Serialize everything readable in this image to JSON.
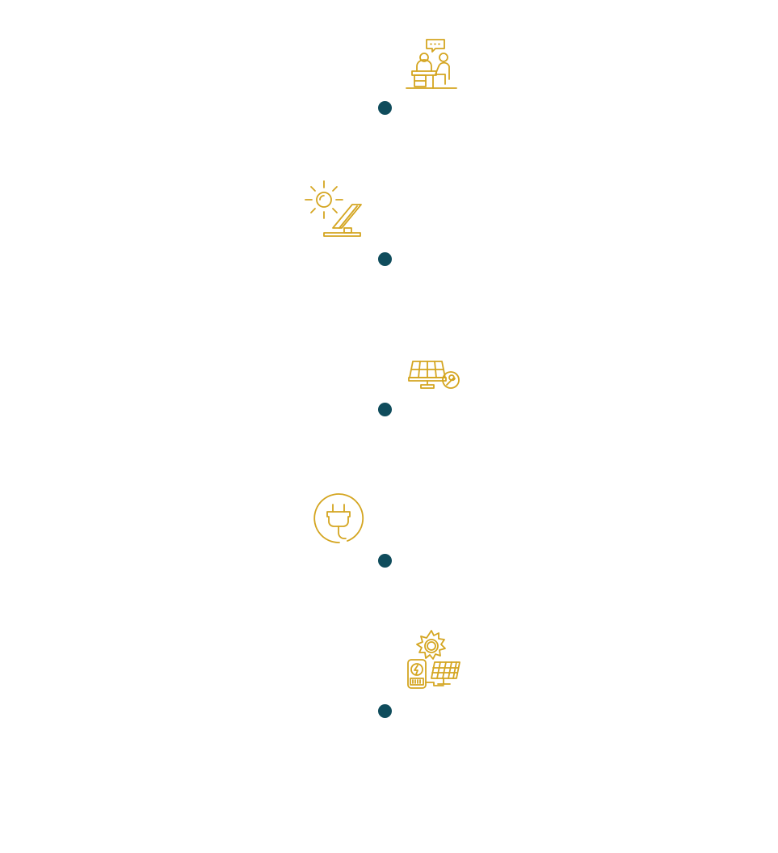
{
  "colors": {
    "accent": "#d4a520",
    "dot": "#0f4c5c",
    "background": "#ffffff"
  },
  "timeline": {
    "steps": [
      {
        "icon": "consultation-icon",
        "side": "right"
      },
      {
        "icon": "sun-solar-panel-icon",
        "side": "left"
      },
      {
        "icon": "solar-panel-wrench-icon",
        "side": "right"
      },
      {
        "icon": "power-plug-icon",
        "side": "left"
      },
      {
        "icon": "solar-system-meter-icon",
        "side": "right"
      }
    ]
  }
}
